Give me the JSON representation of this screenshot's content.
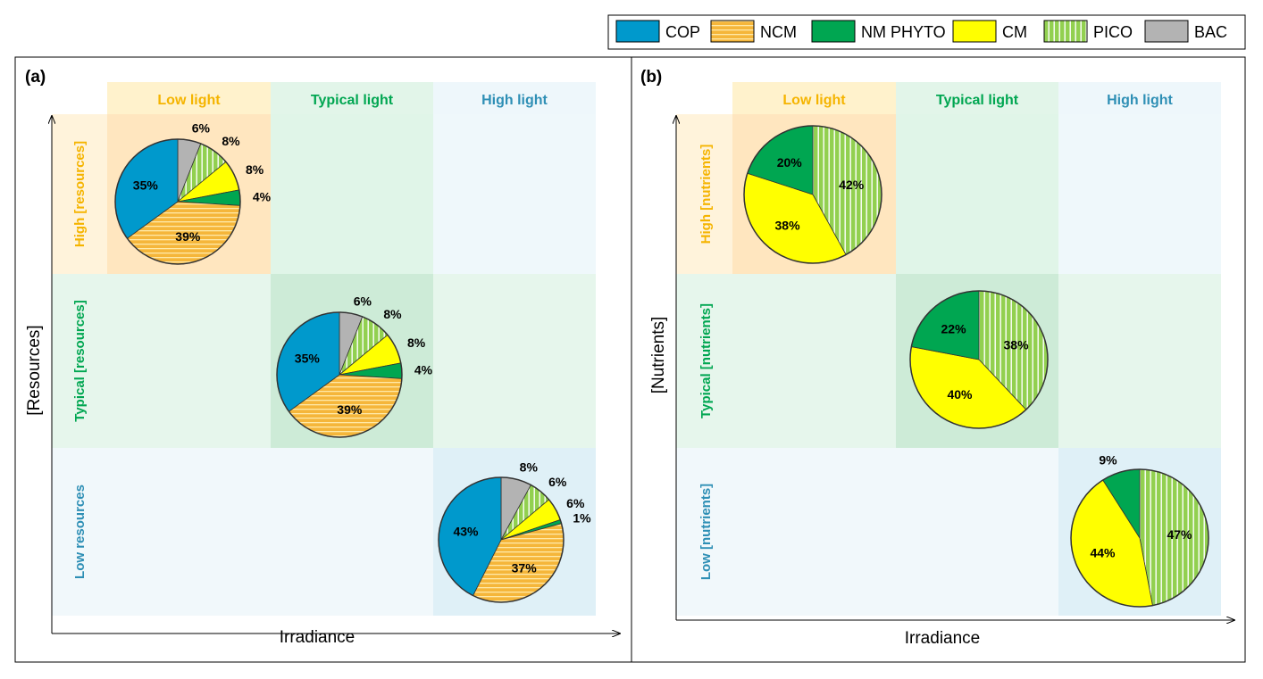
{
  "colors": {
    "COP": "#0099cc",
    "NCM": "#f5b63a",
    "NCM_stripe": "#ffe9a8",
    "NMPHYTO": "#00a651",
    "CM": "#ffff00",
    "PICO": "#92d050",
    "PICO_stripe": "#ffffff",
    "BAC": "#b3b3b3",
    "low_header_bg": "#fff2cc",
    "low_header_text": "#f5b400",
    "typical_header_bg": "#e2f5e9",
    "typical_header_text": "#00a651",
    "high_header_bg": "#eef7fb",
    "high_header_text": "#2e8fb5"
  },
  "legend": [
    {
      "key": "COP",
      "label": "COP"
    },
    {
      "key": "NCM",
      "label": "NCM"
    },
    {
      "key": "NMPHYTO",
      "label": "NM PHYTO"
    },
    {
      "key": "CM",
      "label": "CM"
    },
    {
      "key": "PICO",
      "label": "PICO"
    },
    {
      "key": "BAC",
      "label": "BAC"
    }
  ],
  "chart_data": [
    {
      "type": "pie",
      "panel": "(a)",
      "xlabel": "Irradiance",
      "ylabel": "[Resources]",
      "columns": [
        "Low light",
        "Typical light",
        "High light"
      ],
      "rows": [
        "High [resources]",
        "Typical [resources]",
        "Low resources"
      ],
      "pies": [
        {
          "cell": "High [resources] / Low light",
          "slices": [
            {
              "key": "BAC",
              "value": 6,
              "label": "6%"
            },
            {
              "key": "PICO",
              "value": 8,
              "label": "8%"
            },
            {
              "key": "CM",
              "value": 8,
              "label": "8%"
            },
            {
              "key": "NMPHYTO",
              "value": 4,
              "label": "4%"
            },
            {
              "key": "NCM",
              "value": 39,
              "label": "39%"
            },
            {
              "key": "COP",
              "value": 35,
              "label": "35%"
            }
          ]
        },
        {
          "cell": "Typical [resources] / Typical light",
          "slices": [
            {
              "key": "BAC",
              "value": 6,
              "label": "6%"
            },
            {
              "key": "PICO",
              "value": 8,
              "label": "8%"
            },
            {
              "key": "CM",
              "value": 8,
              "label": "8%"
            },
            {
              "key": "NMPHYTO",
              "value": 4,
              "label": "4%"
            },
            {
              "key": "NCM",
              "value": 39,
              "label": "39%"
            },
            {
              "key": "COP",
              "value": 35,
              "label": "35%"
            }
          ]
        },
        {
          "cell": "Low resources / High light",
          "slices": [
            {
              "key": "BAC",
              "value": 8,
              "label": "8%"
            },
            {
              "key": "PICO",
              "value": 6,
              "label": "6%"
            },
            {
              "key": "CM",
              "value": 6,
              "label": "6%"
            },
            {
              "key": "NMPHYTO",
              "value": 1,
              "label": "1%"
            },
            {
              "key": "NCM",
              "value": 37,
              "label": "37%"
            },
            {
              "key": "COP",
              "value": 43,
              "label": "43%"
            }
          ]
        }
      ]
    },
    {
      "type": "pie",
      "panel": "(b)",
      "xlabel": "Irradiance",
      "ylabel": "[Nutrients]",
      "columns": [
        "Low light",
        "Typical light",
        "High light"
      ],
      "rows": [
        "High [nutrients]",
        "Typical [nutrients]",
        "Low [nutrients]"
      ],
      "pies": [
        {
          "cell": "High [nutrients] / Low light",
          "slices": [
            {
              "key": "PICO",
              "value": 42,
              "label": "42%"
            },
            {
              "key": "CM",
              "value": 38,
              "label": "38%"
            },
            {
              "key": "NMPHYTO",
              "value": 20,
              "label": "20%"
            }
          ]
        },
        {
          "cell": "Typical [nutrients] / Typical light",
          "slices": [
            {
              "key": "PICO",
              "value": 38,
              "label": "38%"
            },
            {
              "key": "CM",
              "value": 40,
              "label": "40%"
            },
            {
              "key": "NMPHYTO",
              "value": 22,
              "label": "22%"
            }
          ]
        },
        {
          "cell": "Low [nutrients] / High light",
          "slices": [
            {
              "key": "PICO",
              "value": 47,
              "label": "47%"
            },
            {
              "key": "CM",
              "value": 44,
              "label": "44%"
            },
            {
              "key": "NMPHYTO",
              "value": 9,
              "label": "9%"
            }
          ]
        }
      ]
    }
  ]
}
